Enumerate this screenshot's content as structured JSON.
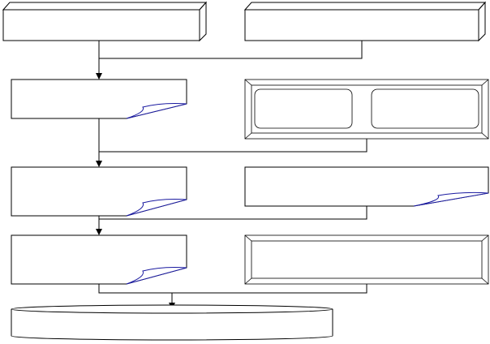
{
  "diagram": {
    "type": "flowchart",
    "colors": {
      "outline": "#000000",
      "curl_outline": "#1a1aa0",
      "fill": "#ffffff",
      "background": "#ffffff"
    },
    "nodes": [
      {
        "id": "top-left-box",
        "shape": "3d-box",
        "text": ""
      },
      {
        "id": "top-right-box",
        "shape": "3d-box",
        "text": ""
      },
      {
        "id": "document-1",
        "shape": "curled-document",
        "text": ""
      },
      {
        "id": "bevel-panel-1",
        "shape": "bevel-frame",
        "text": ""
      },
      {
        "id": "inner-rounded-box-left",
        "shape": "rounded-rectangle",
        "text": ""
      },
      {
        "id": "inner-rounded-box-right",
        "shape": "rounded-rectangle",
        "text": ""
      },
      {
        "id": "document-2",
        "shape": "curled-document",
        "text": ""
      },
      {
        "id": "document-3",
        "shape": "curled-document",
        "text": ""
      },
      {
        "id": "document-4",
        "shape": "curled-document",
        "text": ""
      },
      {
        "id": "bevel-panel-2",
        "shape": "bevel-frame",
        "text": ""
      },
      {
        "id": "bottom-drum",
        "shape": "cylinder-horizontal",
        "text": ""
      }
    ],
    "edges": [
      {
        "from": "top-left-box",
        "to": "document-1",
        "arrow": true
      },
      {
        "from": "top-right-box",
        "to": "document-1",
        "arrow": true
      },
      {
        "from": "document-1",
        "to": "document-2",
        "arrow": true
      },
      {
        "from": "bevel-panel-1",
        "to": "document-2",
        "arrow": true
      },
      {
        "from": "document-2",
        "to": "document-4",
        "arrow": true
      },
      {
        "from": "document-3",
        "to": "document-4",
        "arrow": true
      },
      {
        "from": "document-4",
        "to": "bottom-drum",
        "arrow": true
      },
      {
        "from": "bevel-panel-2",
        "to": "bottom-drum",
        "arrow": true
      }
    ]
  }
}
